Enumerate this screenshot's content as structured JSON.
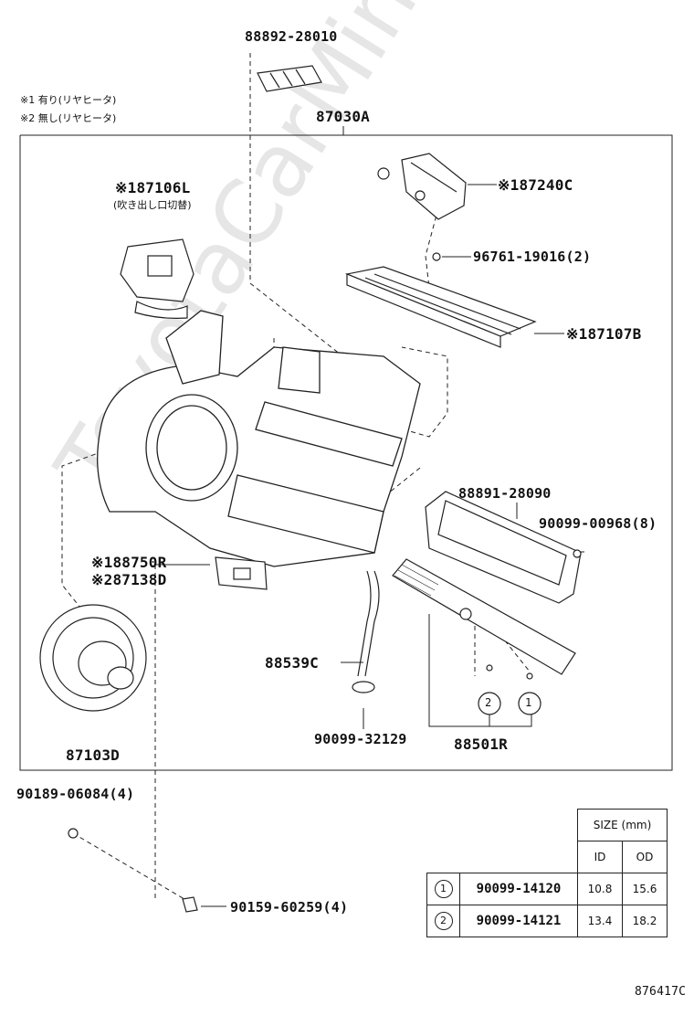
{
  "watermark": "ToyotaCarMine.ru",
  "notes": {
    "note1": "※1 有り(リヤヒータ)",
    "note2": "※2 無し(リヤヒータ)"
  },
  "parts": {
    "p88892": "88892-28010",
    "p87030": "87030A",
    "p87106": "※187106L",
    "p87106_sub": "(吹き出し口切替)",
    "p87240": "※187240C",
    "p96761": "96761-19016(2)",
    "p87107": "※187107B",
    "p88891": "88891-28090",
    "p90099_968": "90099-00968(8)",
    "p88750": "※188750R",
    "p87138": "※287138D",
    "p88539": "88539C",
    "p90099_32129": "90099-32129",
    "p88501": "88501R",
    "p87103": "87103D",
    "p90189": "90189-06084(4)",
    "p90159": "90159-60259(4)",
    "fig_code": "876417C"
  },
  "callouts": {
    "c1": "1",
    "c2": "2"
  },
  "size_table": {
    "header": "SIZE (mm)",
    "col_id": "ID",
    "col_od": "OD",
    "rows": [
      {
        "mark": "1",
        "part": "90099-14120",
        "id": "10.8",
        "od": "15.6"
      },
      {
        "mark": "2",
        "part": "90099-14121",
        "id": "13.4",
        "od": "18.2"
      }
    ]
  }
}
